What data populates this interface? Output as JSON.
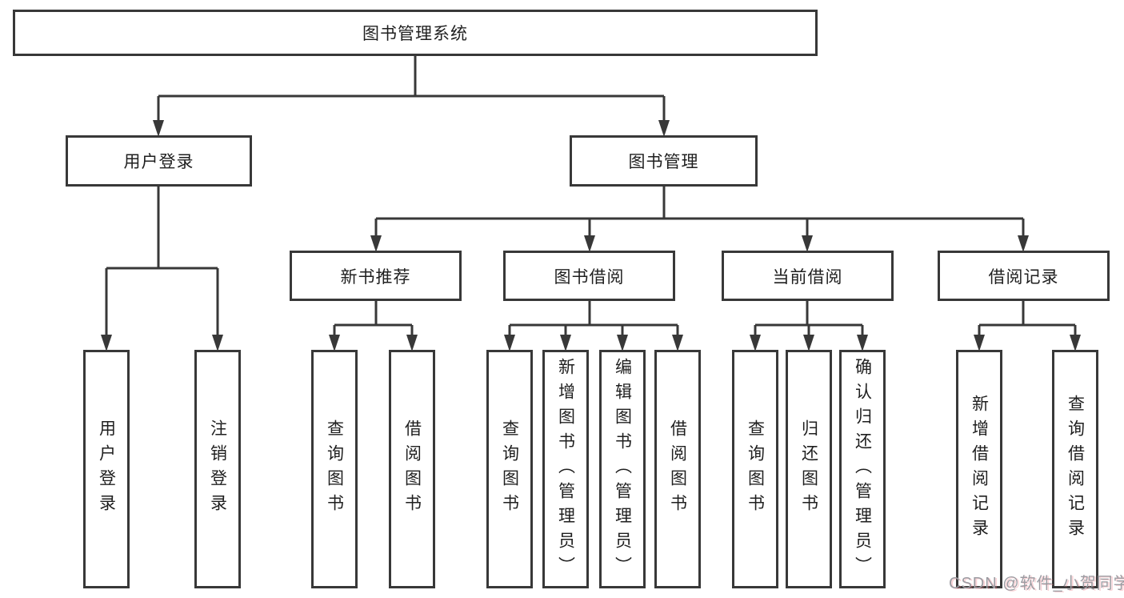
{
  "title": "图书管理系统",
  "watermark": "CSDN @软件_小贺同学",
  "colors": {
    "line": "#383838",
    "box_border": "#383838",
    "box_background": "#ffffff",
    "text": "#1f1f1f",
    "watermark": "#9c9ca2"
  },
  "nodes": {
    "root": {
      "label": "图书管理系统"
    },
    "user_login": {
      "label": "用户登录"
    },
    "book_mgmt": {
      "label": "图书管理"
    },
    "new_book_rec": {
      "label": "新书推荐"
    },
    "book_borrow": {
      "label": "图书借阅"
    },
    "current_borrow": {
      "label": "当前借阅"
    },
    "borrow_record": {
      "label": "借阅记录"
    },
    "leaf_user_login": {
      "label": "用户登录"
    },
    "leaf_logout": {
      "label": "注销登录"
    },
    "leaf_query_book_1": {
      "label": "查询图书"
    },
    "leaf_borrow_book_1": {
      "label": "借阅图书"
    },
    "leaf_query_book_2": {
      "label": "查询图书"
    },
    "leaf_add_book": {
      "label": "新增图书（管理员）"
    },
    "leaf_edit_book": {
      "label": "编辑图书（管理员）"
    },
    "leaf_borrow_book_2": {
      "label": "借阅图书"
    },
    "leaf_query_book_3": {
      "label": "查询图书"
    },
    "leaf_return_book": {
      "label": "归还图书"
    },
    "leaf_confirm_return": {
      "label": "确认归还（管理员）"
    },
    "leaf_add_record": {
      "label": "新增借阅记录"
    },
    "leaf_query_record": {
      "label": "查询借阅记录"
    }
  },
  "hierarchy": [
    {
      "parent": "图书管理系统",
      "children": [
        "用户登录",
        "图书管理"
      ]
    },
    {
      "parent": "用户登录",
      "children": [
        "用户登录",
        "注销登录"
      ]
    },
    {
      "parent": "图书管理",
      "children": [
        "新书推荐",
        "图书借阅",
        "当前借阅",
        "借阅记录"
      ]
    },
    {
      "parent": "新书推荐",
      "children": [
        "查询图书",
        "借阅图书"
      ]
    },
    {
      "parent": "图书借阅",
      "children": [
        "查询图书",
        "新增图书（管理员）",
        "编辑图书（管理员）",
        "借阅图书"
      ]
    },
    {
      "parent": "当前借阅",
      "children": [
        "查询图书",
        "归还图书",
        "确认归还（管理员）"
      ]
    },
    {
      "parent": "借阅记录",
      "children": [
        "新增借阅记录",
        "查询借阅记录"
      ]
    }
  ]
}
